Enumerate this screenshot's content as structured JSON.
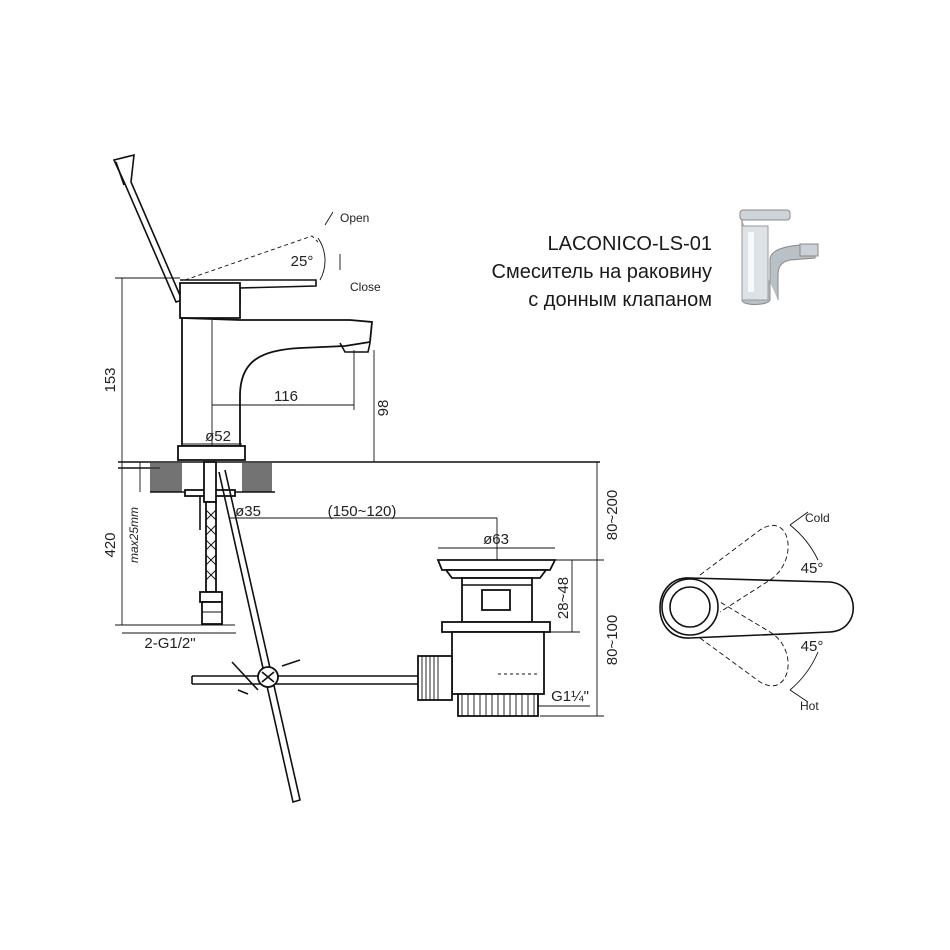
{
  "product": {
    "model": "LACONICO-LS-01",
    "line2": "Смеситель на раковину",
    "line3": "с донным клапаном"
  },
  "lever": {
    "angle": "25°",
    "open": "Open",
    "close": "Close"
  },
  "dims": {
    "height": "153",
    "reach": "116",
    "spout_height": "98",
    "base_diameter": "ø52",
    "hole_diameter": "ø35",
    "drain_distance": "(150~120)",
    "drain_diameter": "ø63",
    "hose_length": "420",
    "max_thickness": "max25mm",
    "connection": "2-G1/2\"",
    "countertop_range": "80~200",
    "flange_height": "28~48",
    "drain_body": "80~100",
    "drain_thread": "G1¼\""
  },
  "handle_rotation": {
    "cold": "Cold",
    "hot": "Hot",
    "angle_cold": "45°",
    "angle_hot": "45°"
  }
}
